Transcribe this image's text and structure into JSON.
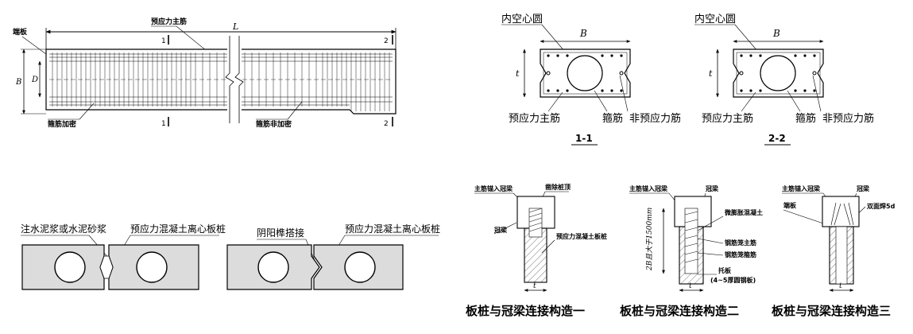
{
  "elevation": {
    "label_end_plate": "端板",
    "label_main_bar": "预应力主筋",
    "label_L": "L",
    "label_B": "B",
    "label_D": "D",
    "section_mark_1": "1",
    "section_mark_2": "2",
    "label_stirrup_dense": "箍筋加密",
    "label_stirrup_normal": "箍筋非加密"
  },
  "sections": [
    {
      "label_hollow": "内空心圆",
      "label_B": "B",
      "label_t": "t",
      "label_prestressed": "预应力主筋",
      "label_stirrup": "箍筋",
      "label_nonprestressed": "非预应力筋",
      "title": "1-1"
    },
    {
      "label_hollow": "内空心圆",
      "label_B": "B",
      "label_t": "t",
      "label_prestressed": "预应力主筋",
      "label_stirrup": "箍筋",
      "label_nonprestressed": "非预应力筋",
      "title": "2-2"
    }
  ],
  "joints": [
    {
      "label_grout": "注水泥浆或水泥砂浆",
      "label_pile": "预应力混凝土离心板桩"
    },
    {
      "label_tongue": "阴阳榫搭接",
      "label_pile": "预应力混凝土离心板桩"
    }
  ],
  "connections": [
    {
      "label_anchor": "主筋锚入冠梁",
      "label_cut": "凿除桩顶",
      "label_cap": "冠梁",
      "label_pile": "预应力混凝土板桩",
      "label_t": "t",
      "title": "板桩与冠梁连接构造一"
    },
    {
      "label_anchor": "主筋锚入冠梁",
      "label_cap": "冠梁",
      "label_expansive": "微膨胀混凝土",
      "label_main": "钢筋笼主筋",
      "label_stirrup": "钢筋笼箍筋",
      "label_length": "2B且大于1500mm",
      "label_plate": "托板",
      "label_plate_note": "(4~5厚圆钢板)",
      "label_t": "t",
      "title": "板桩与冠梁连接构造二"
    },
    {
      "label_anchor": "主筋锚入冠梁",
      "label_cap": "冠梁",
      "label_end_plate": "端板",
      "label_weld": "双面焊5d",
      "label_t": "t",
      "title": "板桩与冠梁连接构造三"
    }
  ]
}
